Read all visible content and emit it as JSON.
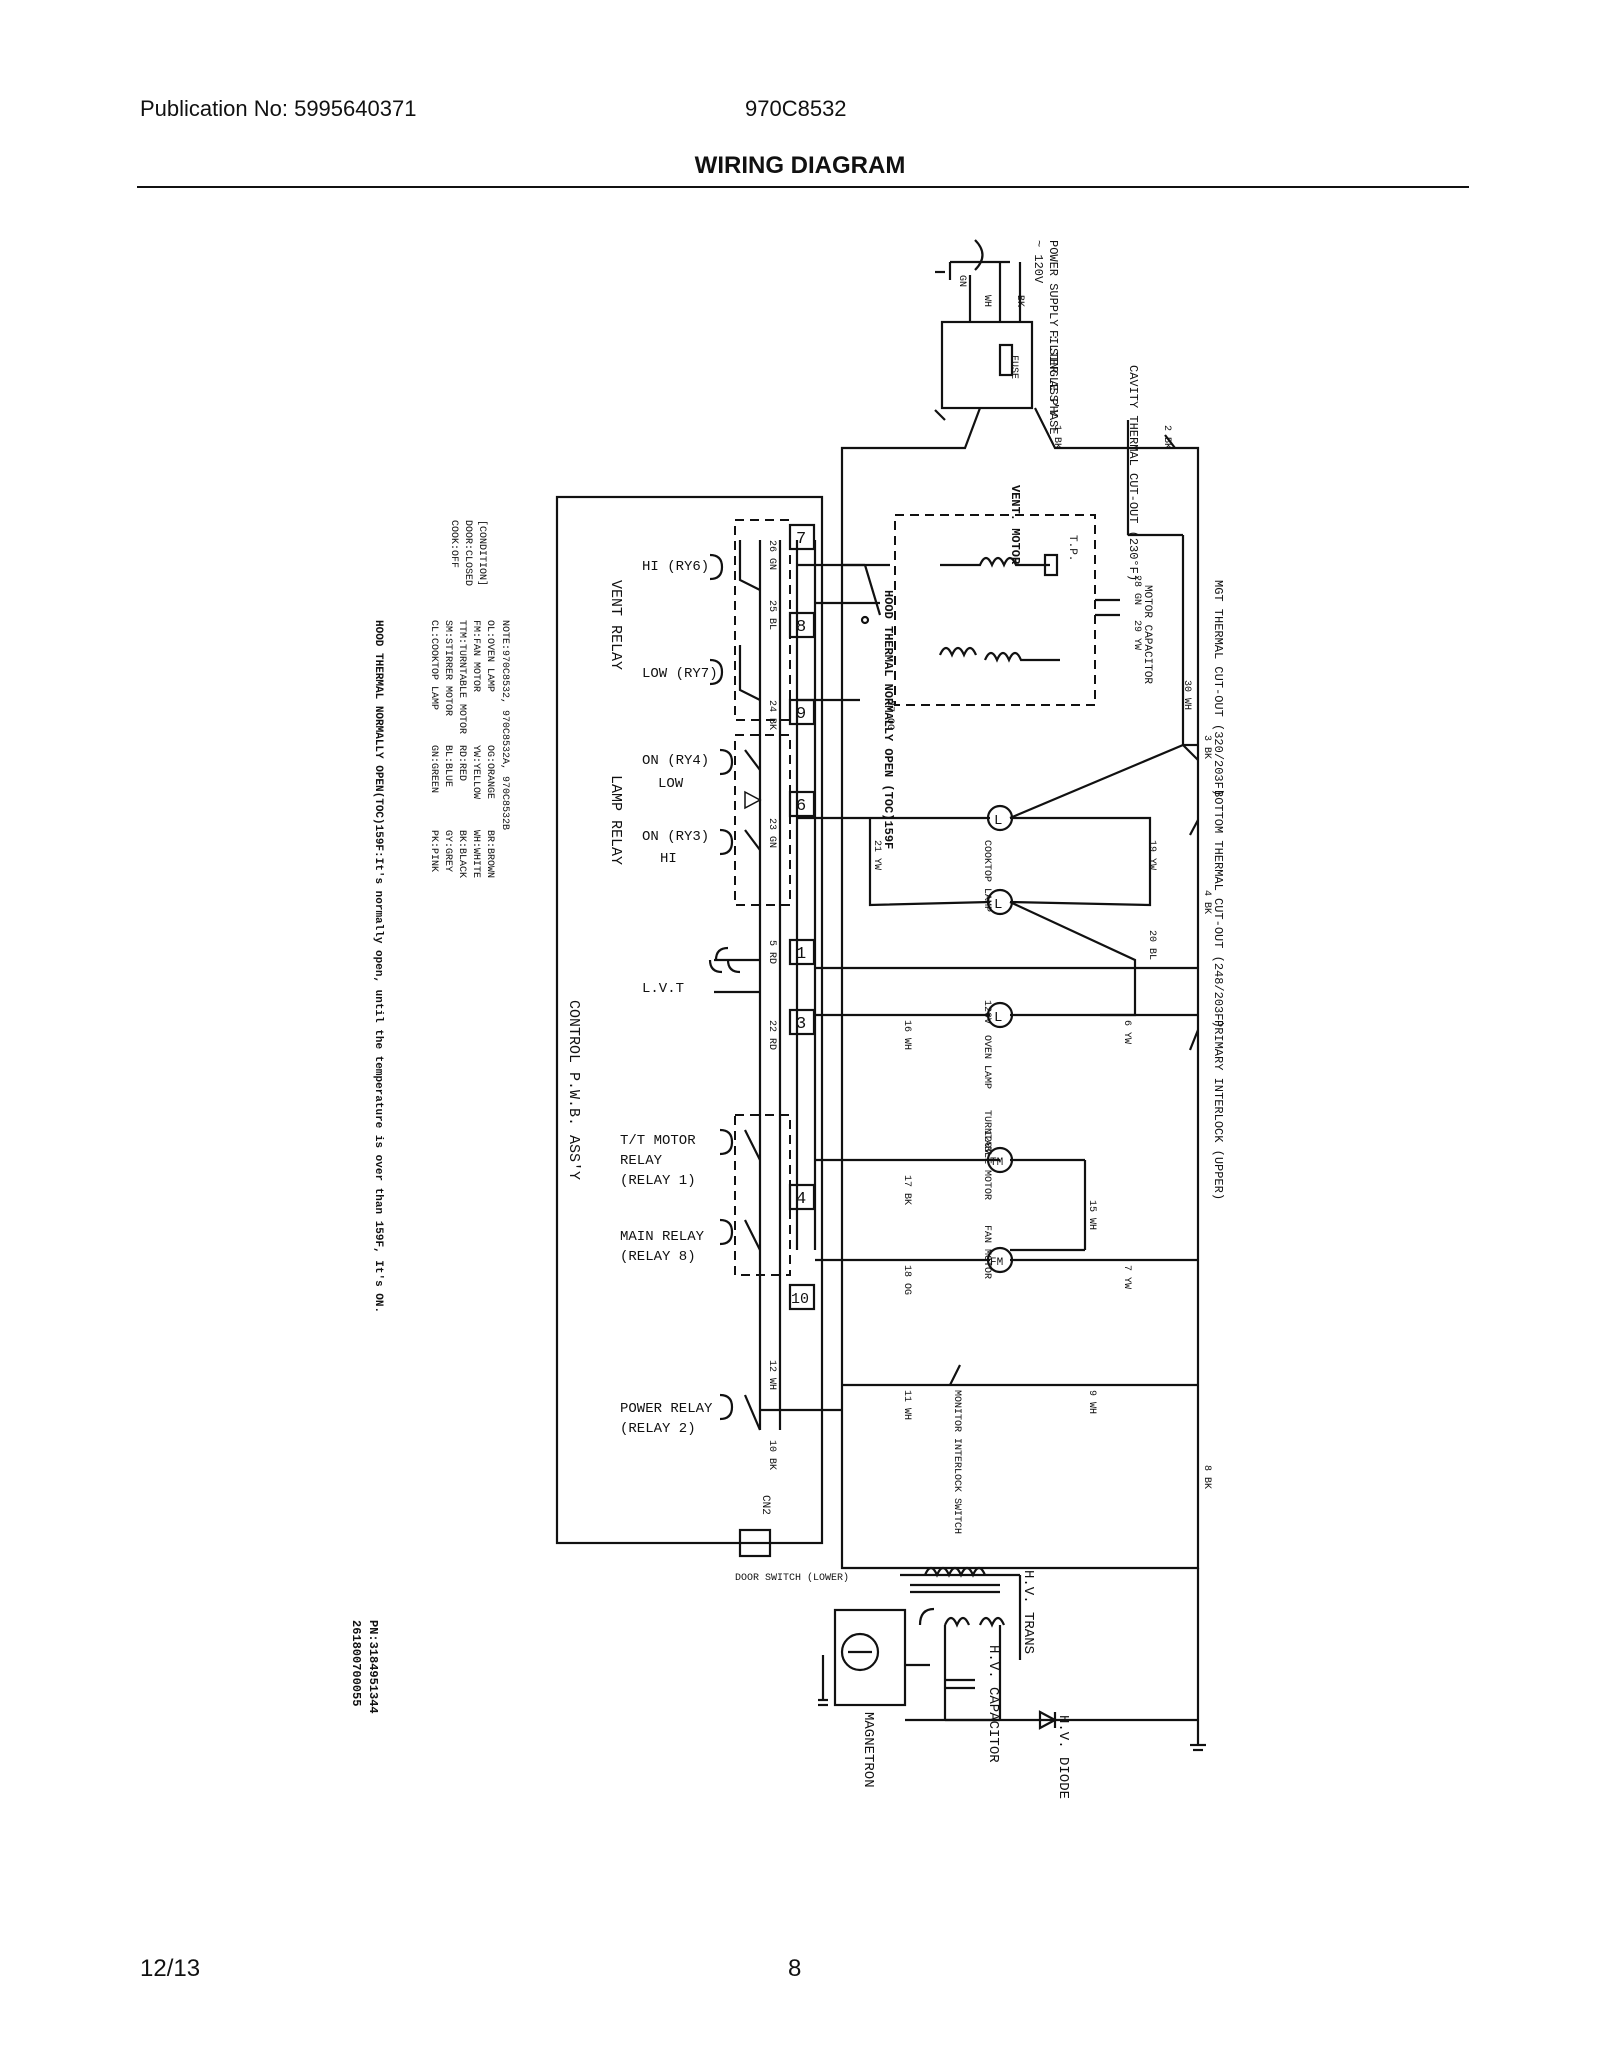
{
  "header": {
    "publication": "Publication No: 5995640371",
    "model": "970C8532",
    "title": "WIRING DIAGRAM"
  },
  "footer": {
    "date": "12/13",
    "page": "8"
  },
  "diagram": {
    "power_supply": "POWER SUPPLY : SINGLE PHASE",
    "power_supply_voltage": "~ 120V",
    "filter_assy": "FILTER ASS'Y",
    "fuse": "FUSE",
    "cavity_thermal": "CAVITY THERMAL CUT-OUT (230°F)",
    "vent_motor": "VENT. MOTOR",
    "tp": "T.P.",
    "motor_capacitor": "MOTOR CAPACITOR",
    "hood_thermal": "HOOD THERMAL NORMALLY OPEN (TOC)159F",
    "mgt_thermal": "MGT THERMAL CUT-OUT (320/203F)",
    "bottom_thermal": "BOTTOM THERMAL CUT-OUT (248/203F)",
    "cooktop_lamp": "COOKTOP LAMP",
    "primary_interlock": "PRIMARY INTERLOCK (UPPER)",
    "oven_lamp": "OVEN LAMP",
    "turntable_motor": "TURNTABLE MOTOR",
    "fan_motor": "FAN MOTOR",
    "monitor_interlock": "MONITOR INTERLOCK SWITCH",
    "vent_relay": "VENT RELAY",
    "lamp_relay": "LAMP RELAY",
    "control_pwb": "CONTROL P.W.B. ASS'Y",
    "hi_ry6": "HI (RY6)",
    "low_ry7": "LOW (RY7)",
    "on_ry4": "ON (RY4)",
    "low": "LOW",
    "on_ry3": "ON (RY3)",
    "hi": "HI",
    "lvt": "L.V.T",
    "tt_motor_relay": "T/T MOTOR",
    "relay": "RELAY",
    "relay_1": "(RELAY 1)",
    "main_relay": "MAIN RELAY",
    "relay_8": "(RELAY 8)",
    "power_relay": "POWER RELAY",
    "relay_2": "(RELAY 2)",
    "cn2": "CN2",
    "door_switch": "DOOR SWITCH (LOWER)",
    "hv_trans": "H.V. TRANS",
    "hv_capacitor": "H.V. CAPACITOR",
    "hv_diode": "H.V. DIODE",
    "magnetron": "MAGNETRON",
    "condition_label": "[CONDITION]",
    "condition_door": "DOOR:CLOSED",
    "condition_cook": "COOK:OFF",
    "note_title": "NOTE:970C8532, 970C8532A, 970C8532B",
    "legend_left": [
      "OL:OVEN LAMP",
      "FM:FAN MOTOR",
      "TTM:TURNTABLE MOTOR",
      "SM:STIRRER MOTOR",
      "CL:COOKTOP LAMP"
    ],
    "legend_mid": [
      "OG:ORANGE",
      "YW:YELLOW",
      "RD:RED",
      "BL:BLUE",
      "GN:GREEN"
    ],
    "legend_right": [
      "BR:BROWN",
      "WH:WHITE",
      "BK:BLACK",
      "GY:GREY",
      "PK:PINK"
    ],
    "hood_note": "HOOD THERMAL NORMALLY OPEN(TOC)159F:It's normally open, until the temperature is over than 159F, It's ON.",
    "pn": "PN:3184951344",
    "pn2": "261800700055",
    "connectors": [
      "7",
      "8",
      "9",
      "6",
      "1",
      "3",
      "4",
      "10"
    ],
    "wire_labels": {
      "w1": "1 BK",
      "w2": "2 BK",
      "w3": "3 BK",
      "w4": "4 BK",
      "w5": "5 RD",
      "w6": "6 YW",
      "w7": "7 YW",
      "w8": "8 BK",
      "w9": "9 WH",
      "w10": "10 BK",
      "w11": "11 WH",
      "w12": "12 WH",
      "w15": "15 WH",
      "w16": "16 WH",
      "w17": "17 BK",
      "w18": "18 OG",
      "w19": "19 YW",
      "w20": "20 BL",
      "w21": "21 YW",
      "w22": "22 RD",
      "w23": "23 GN",
      "w24": "24 BK",
      "w25": "25 BL",
      "w26": "26 GN",
      "w27": "27 OG",
      "w28": "28 GN",
      "w29": "29 YW",
      "w30": "30 WH",
      "wh": "WH",
      "bk": "BK",
      "gn": "GN",
      "v120a": "120V",
      "v120b": "120V"
    }
  }
}
